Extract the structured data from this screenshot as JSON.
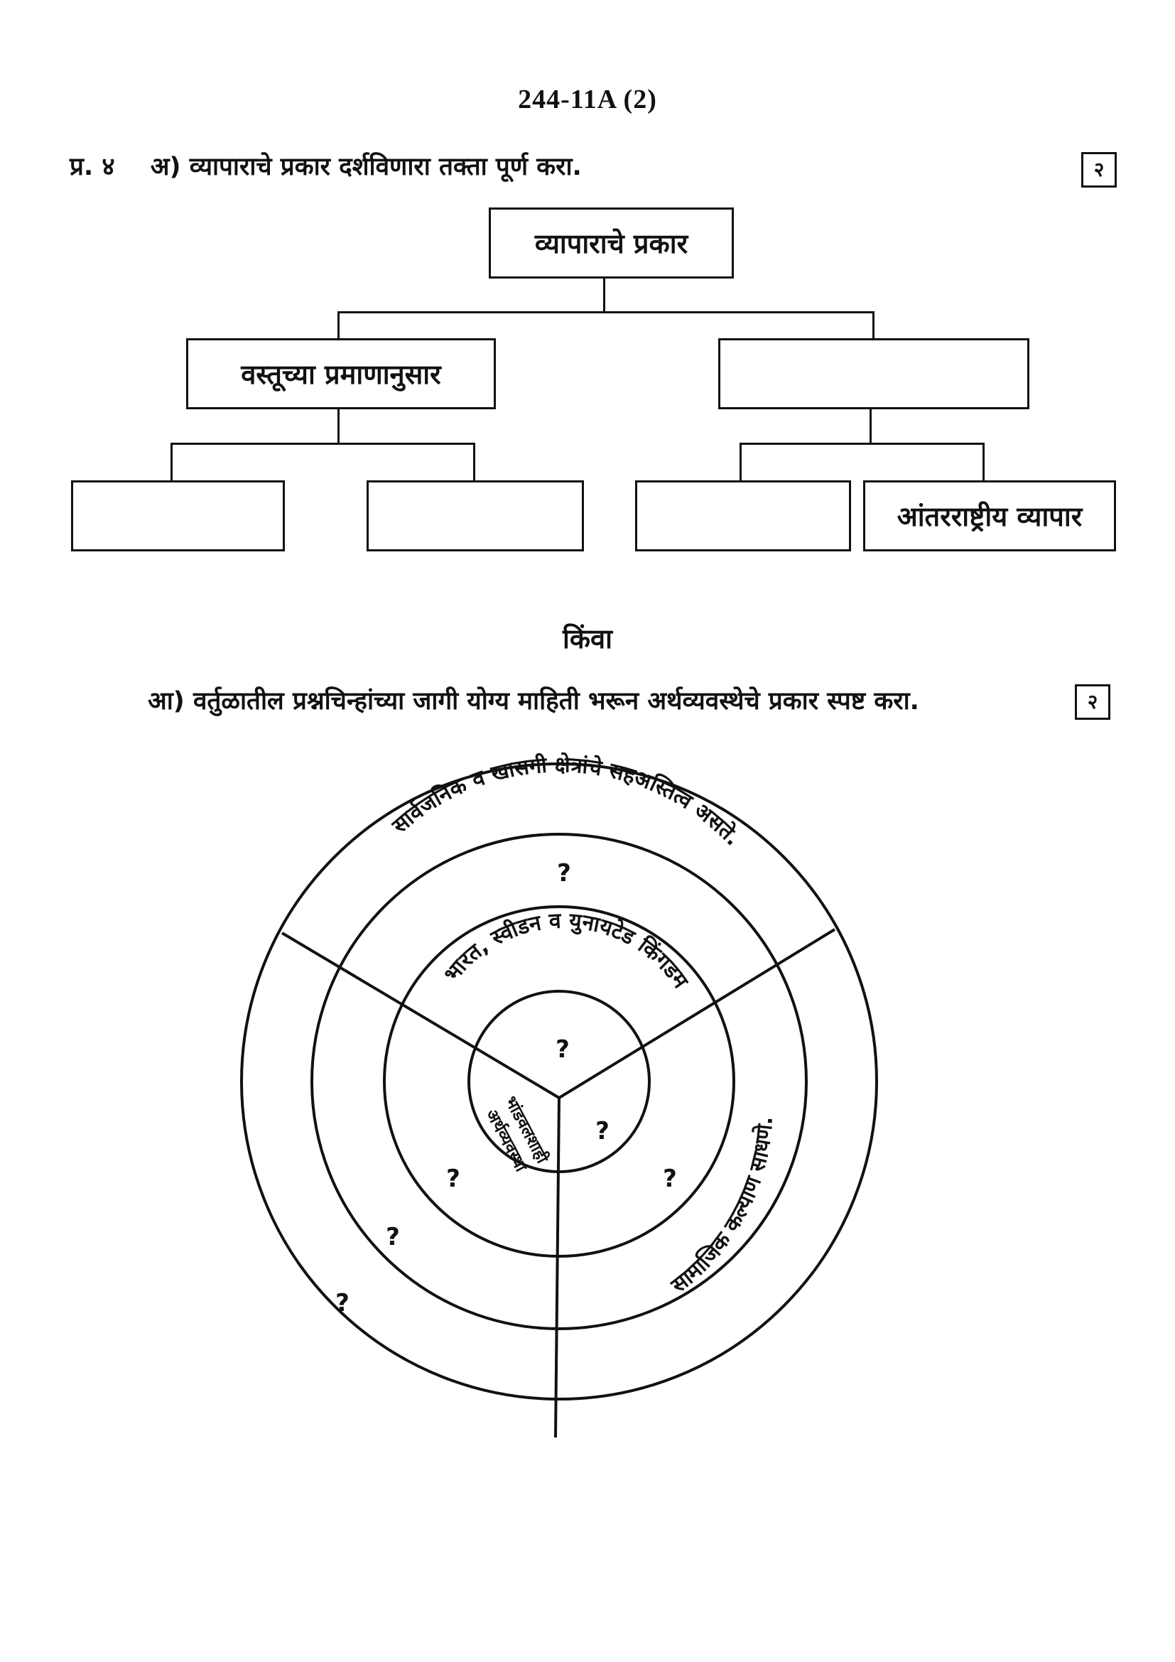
{
  "header": {
    "code": "244-11A (2)"
  },
  "question4a": {
    "number": "प्र. ४",
    "text": "अ) व्यापाराचे प्रकार दर्शविणारा तक्ता पूर्ण करा.",
    "marks": "२"
  },
  "tree": {
    "root": "व्यापाराचे प्रकार",
    "left": "वस्तूच्या प्रमाणानुसार",
    "right": "",
    "left_child_1": "",
    "left_child_2": "",
    "right_child_1": "",
    "right_child_2": "आंतरराष्ट्रीय व्यापार"
  },
  "or_text": "किंवा",
  "question4b": {
    "text": "आ) वर्तुळातील प्रश्नचिन्हांच्या जागी योग्य माहिती भरून अर्थव्यवस्थेचे प्रकार स्पष्ट करा.",
    "marks": "२"
  },
  "circle": {
    "top_outer": "सार्वजनिक व खासगी क्षेत्रांचे सहअस्तित्व असते.",
    "top_middle": "?",
    "top_inner_ring": "भारत, स्वीडन व युनायटेड किंगडम",
    "top_center": "?",
    "left_center_line1": "भांडवलशाही",
    "left_center_line2": "अर्थव्यवस्था",
    "left_ring": "?",
    "left_middle": "?",
    "left_outer": "?",
    "right_center": "?",
    "right_ring": "?",
    "right_outer": "सामाजिक कल्याण साधणे."
  }
}
